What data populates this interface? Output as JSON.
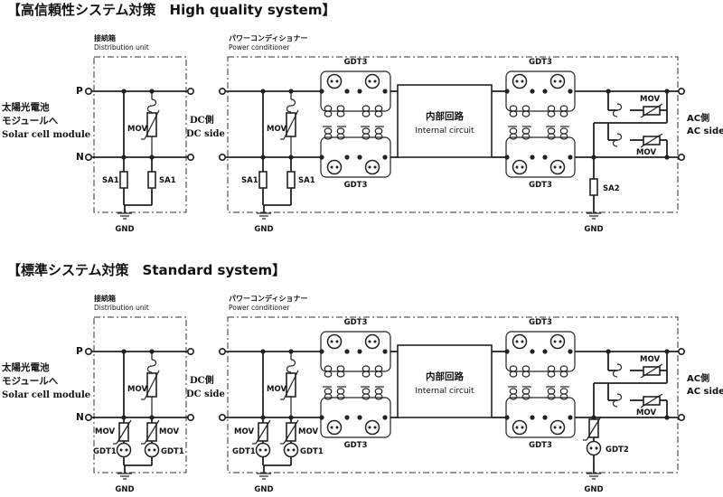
{
  "top": {
    "title": "【高信頼性システム対策　High quality system】",
    "dist_jp": "接続箱",
    "dist_en": "Distribution unit",
    "pc_jp": "パワーコンディショナー",
    "pc_en": "Power conditioner",
    "solar_jp1": "太陽光電池",
    "solar_jp2": "モジュールへ",
    "solar_en": "Solar cell module",
    "p": "P",
    "n": "N",
    "dc_jp": "DC側",
    "dc_en": "DC side",
    "ac_jp": "AC側",
    "ac_en": "AC side",
    "internal_jp": "内部回路",
    "internal_en": "Internal circuit",
    "gdt3": "GDT3",
    "mov": "MOV",
    "sa1": "SA1",
    "sa2": "SA2",
    "gnd": "GND"
  },
  "bottom": {
    "title": "【標準システム対策　Standard system】",
    "dist_jp": "接続箱",
    "dist_en": "Distribution unit",
    "pc_jp": "パワーコンディショナー",
    "pc_en": "Power conditioner",
    "solar_jp1": "太陽光電池",
    "solar_jp2": "モジュールへ",
    "solar_en": "Solar cell module",
    "p": "P",
    "n": "N",
    "dc_jp": "DC側",
    "dc_en": "DC side",
    "ac_jp": "AC側",
    "ac_en": "AC side",
    "internal_jp": "内部回路",
    "internal_en": "Internal circuit",
    "gdt3": "GDT3",
    "mov": "MOV",
    "gdt1": "GDT1",
    "gdt2": "GDT2",
    "gnd": "GND"
  }
}
